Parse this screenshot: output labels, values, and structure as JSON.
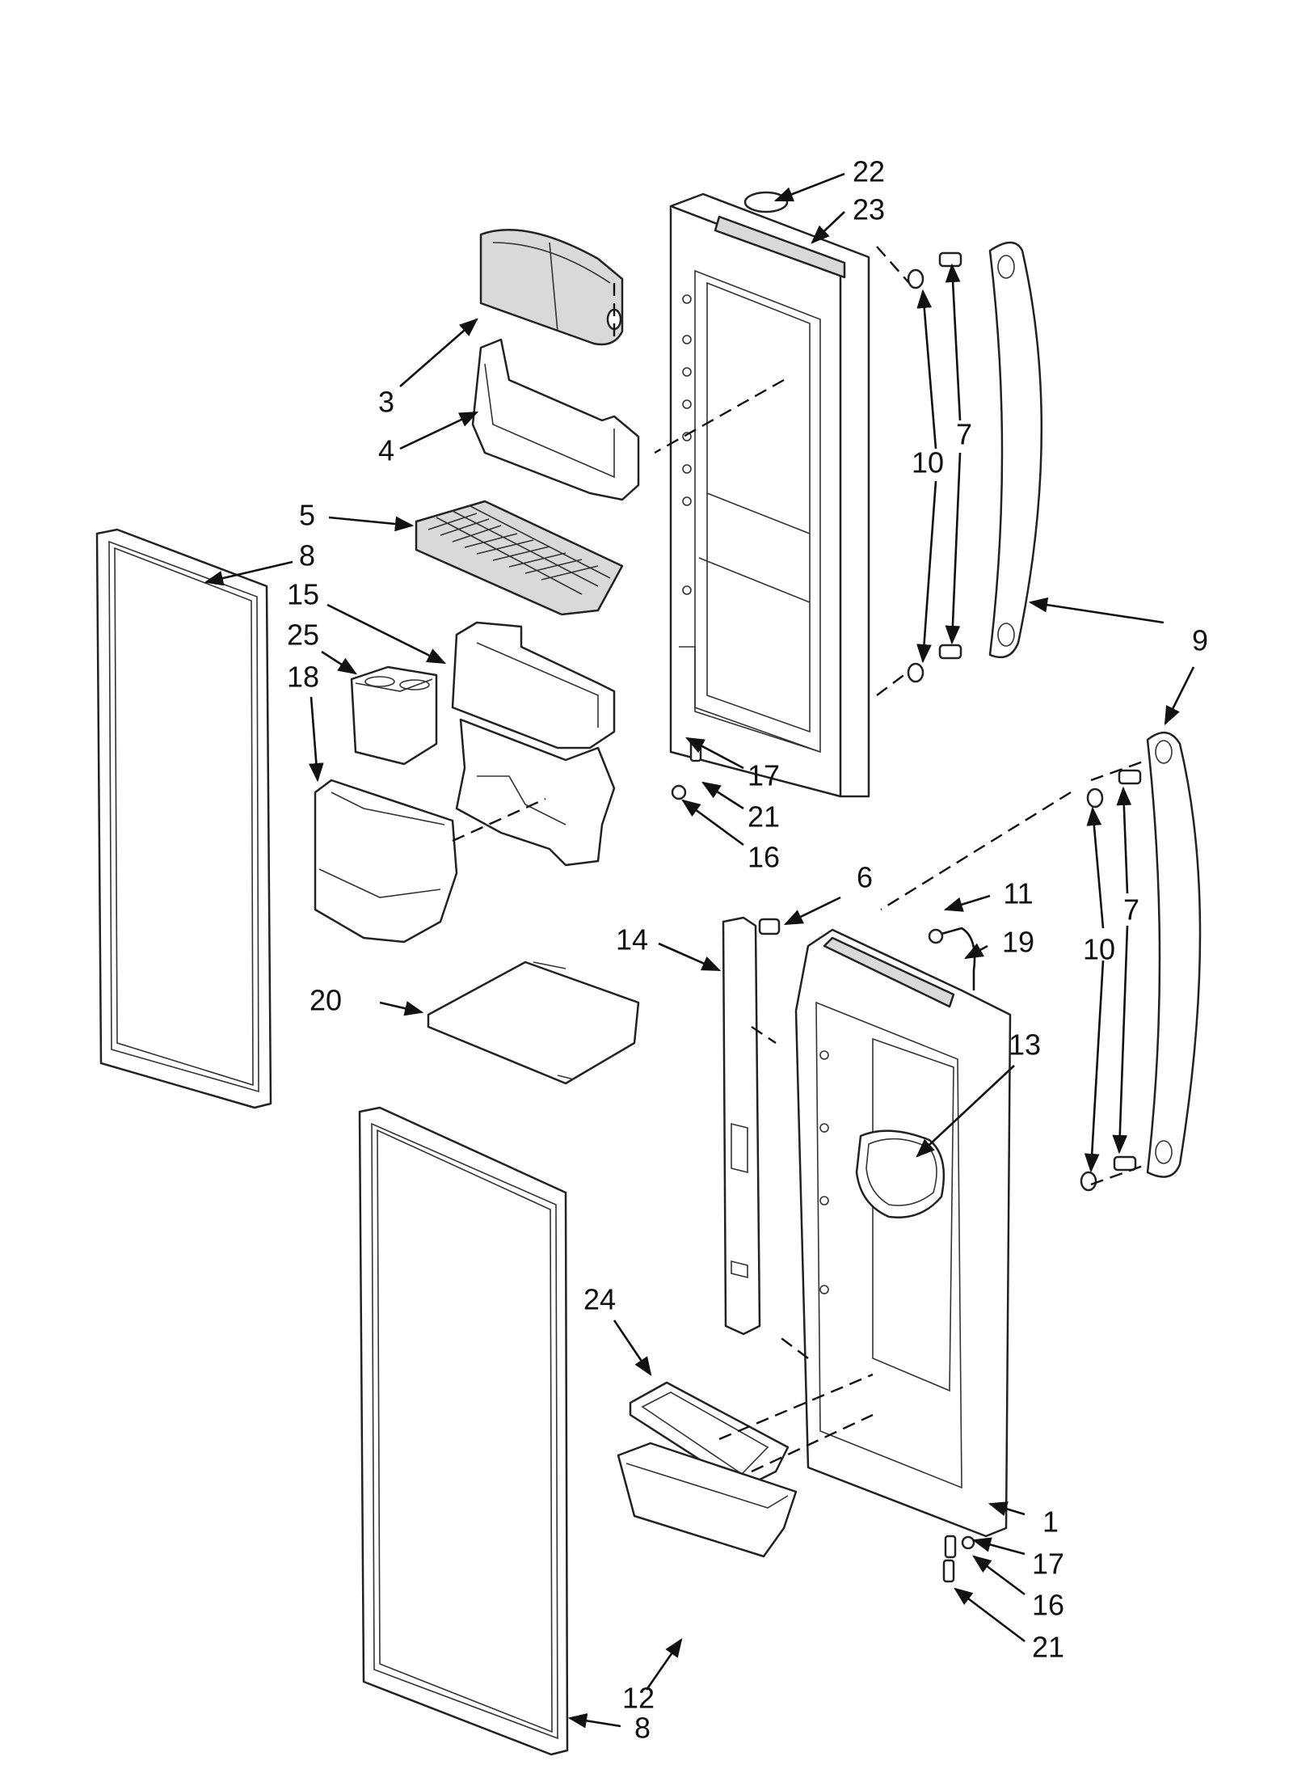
{
  "diagram": {
    "callouts": [
      {
        "id": "c22",
        "label": "22"
      },
      {
        "id": "c23",
        "label": "23"
      },
      {
        "id": "c3",
        "label": "3"
      },
      {
        "id": "c4",
        "label": "4"
      },
      {
        "id": "c10a",
        "label": "10"
      },
      {
        "id": "c7a",
        "label": "7"
      },
      {
        "id": "c5",
        "label": "5"
      },
      {
        "id": "c8a",
        "label": "8"
      },
      {
        "id": "c9",
        "label": "9"
      },
      {
        "id": "c15",
        "label": "15"
      },
      {
        "id": "c25",
        "label": "25"
      },
      {
        "id": "c18",
        "label": "18"
      },
      {
        "id": "c17a",
        "label": "17"
      },
      {
        "id": "c21a",
        "label": "21"
      },
      {
        "id": "c16a",
        "label": "16"
      },
      {
        "id": "c6",
        "label": "6"
      },
      {
        "id": "c11",
        "label": "11"
      },
      {
        "id": "c14",
        "label": "14"
      },
      {
        "id": "c19",
        "label": "19"
      },
      {
        "id": "c10b",
        "label": "10"
      },
      {
        "id": "c7b",
        "label": "7"
      },
      {
        "id": "c20",
        "label": "20"
      },
      {
        "id": "c13",
        "label": "13"
      },
      {
        "id": "c24",
        "label": "24"
      },
      {
        "id": "c1",
        "label": "1"
      },
      {
        "id": "c17b",
        "label": "17"
      },
      {
        "id": "c16b",
        "label": "16"
      },
      {
        "id": "c12",
        "label": "12"
      },
      {
        "id": "c21b",
        "label": "21"
      },
      {
        "id": "c8b",
        "label": "8"
      }
    ]
  }
}
